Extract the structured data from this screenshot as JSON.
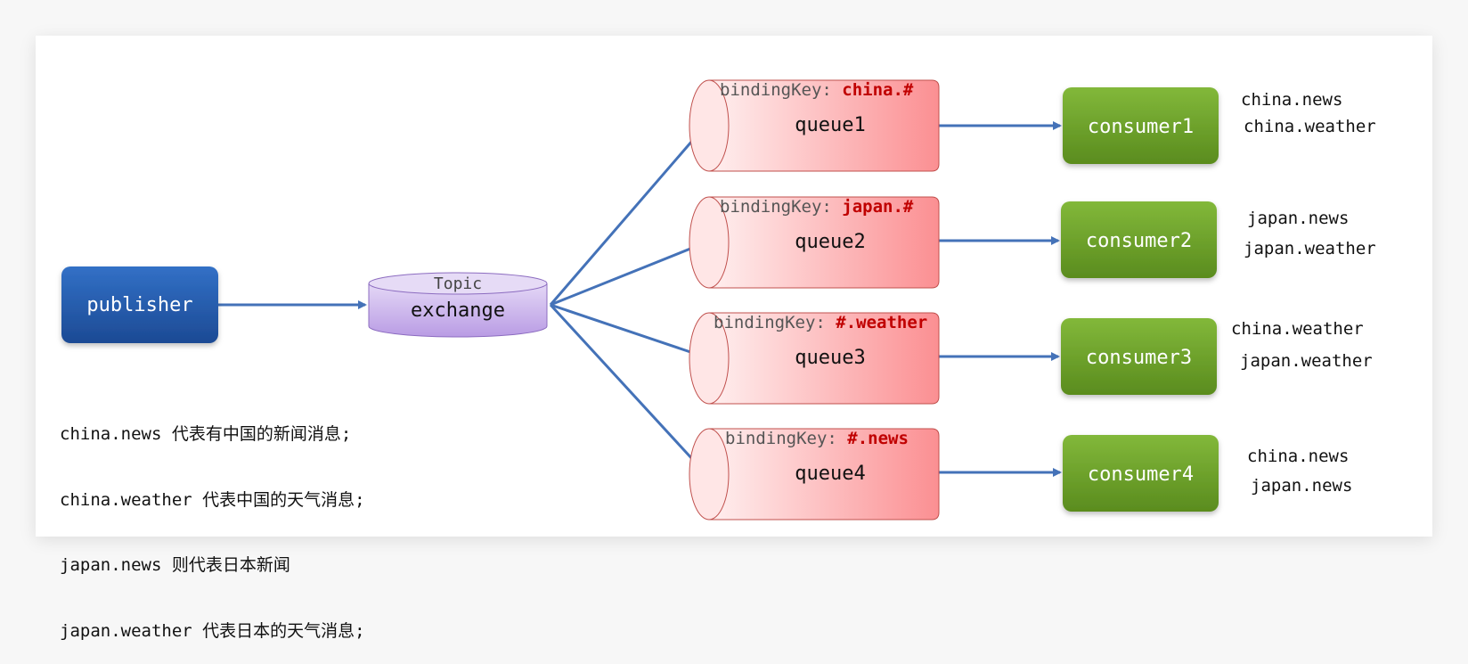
{
  "publisher": {
    "label": "publisher"
  },
  "exchange": {
    "type_label": "Topic",
    "label": "exchange"
  },
  "binding_prefix": "bindingKey:",
  "queues": [
    {
      "name": "queue1",
      "binding_key": "china.#"
    },
    {
      "name": "queue2",
      "binding_key": "japan.#"
    },
    {
      "name": "queue3",
      "binding_key": "#.weather"
    },
    {
      "name": "queue4",
      "binding_key": "#.news"
    }
  ],
  "consumers": [
    {
      "name": "consumer1",
      "keys": [
        "china.news",
        "china.weather"
      ]
    },
    {
      "name": "consumer2",
      "keys": [
        "japan.news",
        "japan.weather"
      ]
    },
    {
      "name": "consumer3",
      "keys": [
        "china.weather",
        "japan.weather"
      ]
    },
    {
      "name": "consumer4",
      "keys": [
        "china.news",
        "japan.news"
      ]
    }
  ],
  "legend": [
    "china.news 代表有中国的新闻消息;",
    "china.weather 代表中国的天气消息;",
    "japan.news 则代表日本新闻",
    "japan.weather 代表日本的天气消息;"
  ],
  "colors": {
    "publisher": "#2456a6",
    "exchange": "#c9b3ea",
    "queue_light": "#fde3e3",
    "queue_dark": "#fb8f92",
    "consumer": "#6ea22a",
    "arrow": "#4472b8",
    "binding_key": "#c00000"
  }
}
